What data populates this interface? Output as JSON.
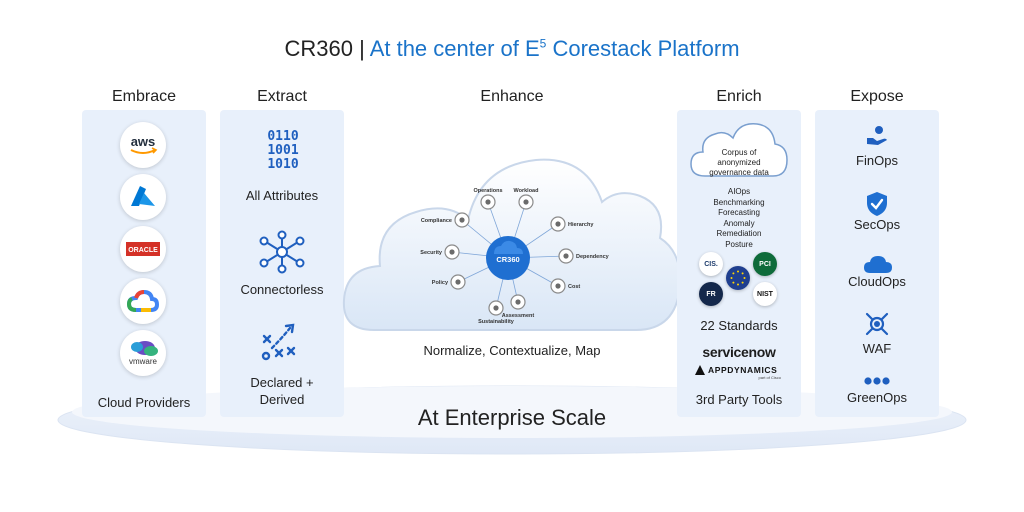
{
  "title": {
    "prefix": "CR360 | ",
    "accent": "At the center of E",
    "sup": "5",
    "suffix": " Corestack Platform"
  },
  "columns": {
    "embrace": {
      "heading": "Embrace",
      "caption": "Cloud Providers",
      "logos": [
        "aws",
        "ORACLE",
        "vmware"
      ]
    },
    "extract": {
      "heading": "Extract",
      "binary": [
        "0110",
        "1001",
        "1010"
      ],
      "items": [
        "All Attributes",
        "Connectorless",
        "Declared +",
        "Derived"
      ]
    },
    "enhance": {
      "heading": "Enhance",
      "caption": "Normalize, Contextualize, Map",
      "center": "CR360",
      "nodes": [
        "Operations",
        "Workload",
        "Compliance",
        "Hierarchy",
        "Security",
        "Dependency",
        "Policy",
        "Cost",
        "Sustainability",
        "Assessment"
      ]
    },
    "enrich": {
      "heading": "Enrich",
      "corpus": [
        "Corpus of",
        "anonymized",
        "governance data"
      ],
      "capabilities": [
        "AIOps",
        "Benchmarking",
        "Forecasting",
        "Anomaly",
        "Remediation",
        "Posture"
      ],
      "badges": [
        "CIS.",
        "PCI",
        "NIST",
        "FR"
      ],
      "standards": "22 Standards",
      "servicenow": "servicenow",
      "appdynamics": "APPDYNAMICS",
      "appdynamics_sub": "part of Cisco",
      "tools": "3rd Party Tools"
    },
    "expose": {
      "heading": "Expose",
      "items": [
        "FinOps",
        "SecOps",
        "CloudOps",
        "WAF",
        "GreenOps"
      ]
    }
  },
  "footer": "At Enterprise Scale",
  "colors": {
    "accent": "#1a73c9",
    "panel": "#e8f0fb",
    "icon": "#1f5fbf"
  }
}
